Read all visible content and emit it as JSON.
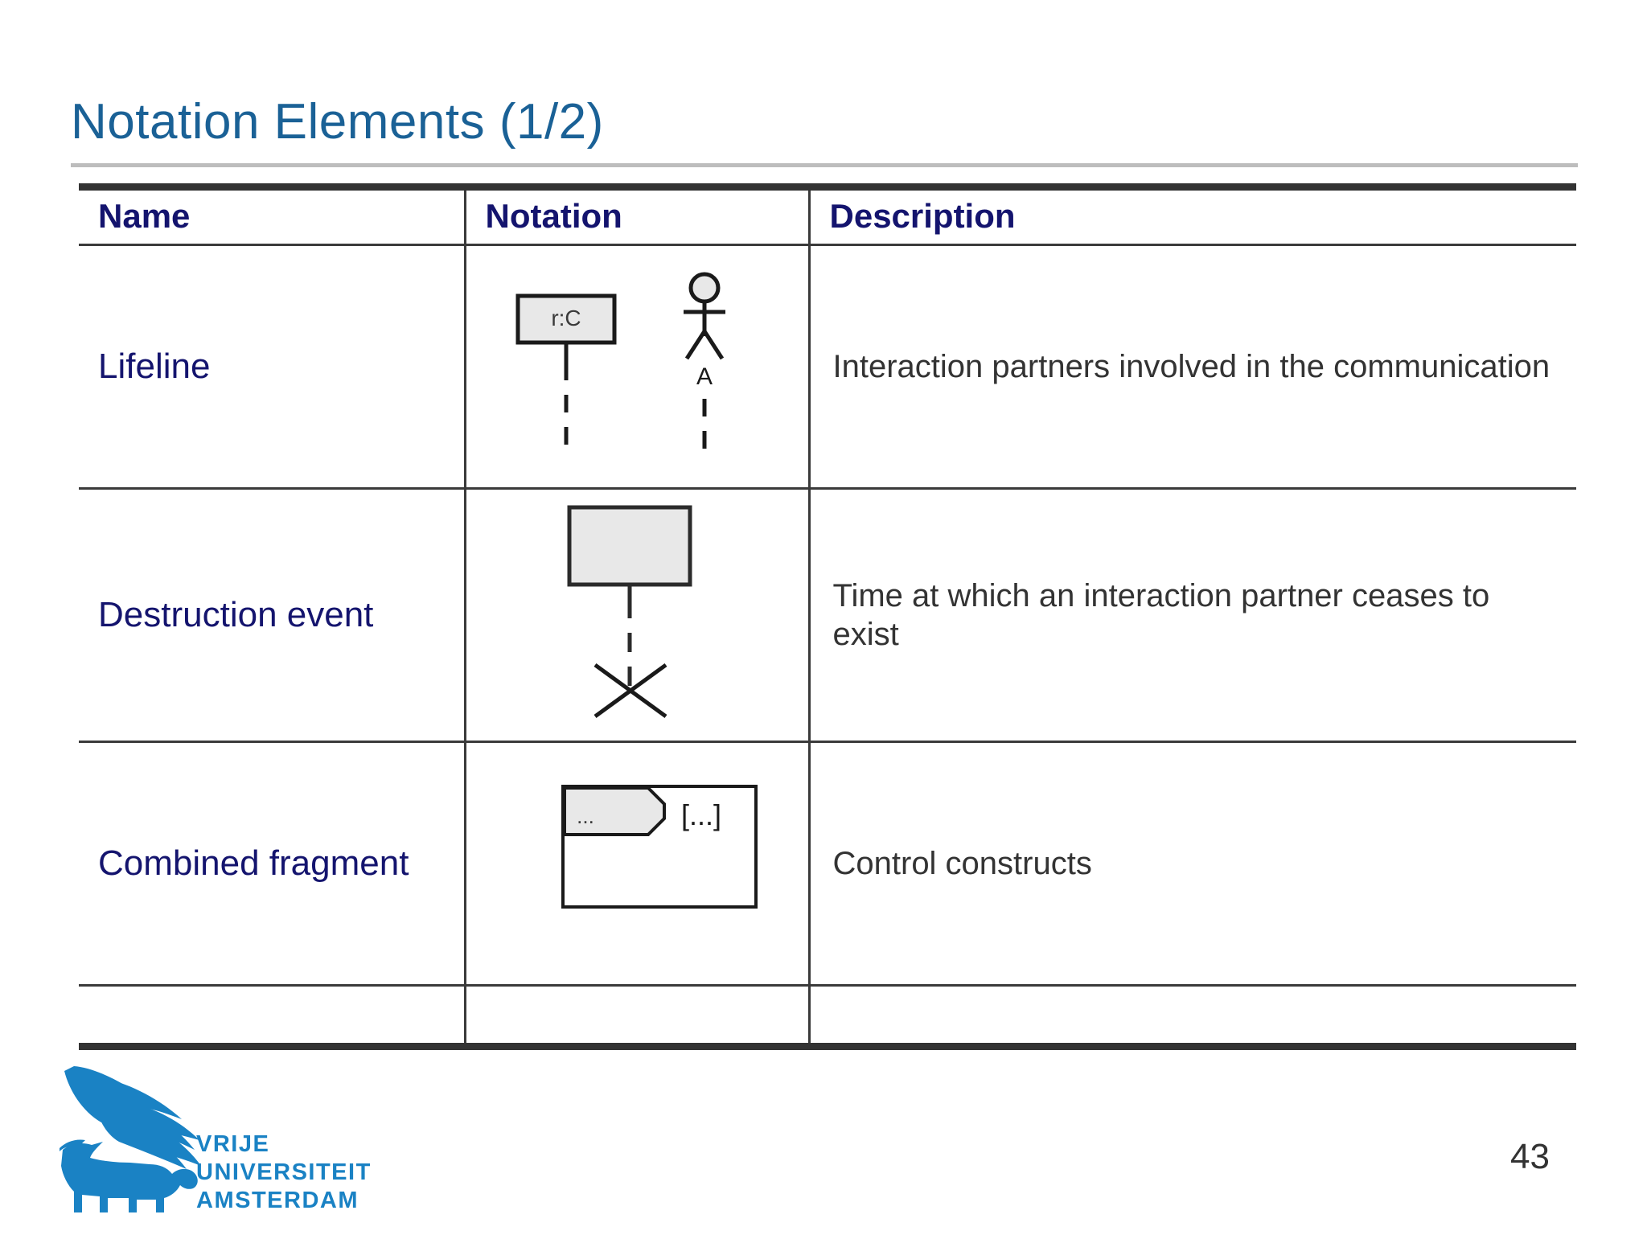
{
  "slide": {
    "title": "Notation Elements (1/2)",
    "page_number": "43",
    "title_color": "#1a6196",
    "name_color": "#14146e",
    "description_color": "#333333",
    "logo_color": "#1a82c4"
  },
  "table": {
    "headers": {
      "name": "Name",
      "notation": "Notation",
      "description": "Description"
    },
    "rows": [
      {
        "name": "Lifeline",
        "description": "Interaction partners involved in the communication",
        "notation_icon": "lifeline-box-and-actor-notation",
        "notation_labels": {
          "box_label": "r:C",
          "actor_label": "A"
        }
      },
      {
        "name": "Destruction event",
        "description": "Time at which an interaction partner ceases to exist",
        "notation_icon": "destruction-event-notation",
        "notation_labels": {
          "box_label": "",
          "terminator": "X"
        }
      },
      {
        "name": "Combined fragment",
        "description": "Control constructs",
        "notation_icon": "combined-fragment-notation",
        "notation_labels": {
          "operator_label": "...",
          "guard_label": "[...]"
        }
      }
    ]
  },
  "logo": {
    "line1": "VRIJE",
    "line2": "UNIVERSITEIT",
    "line3": "AMSTERDAM",
    "icon": "vu-griffin-logo"
  }
}
